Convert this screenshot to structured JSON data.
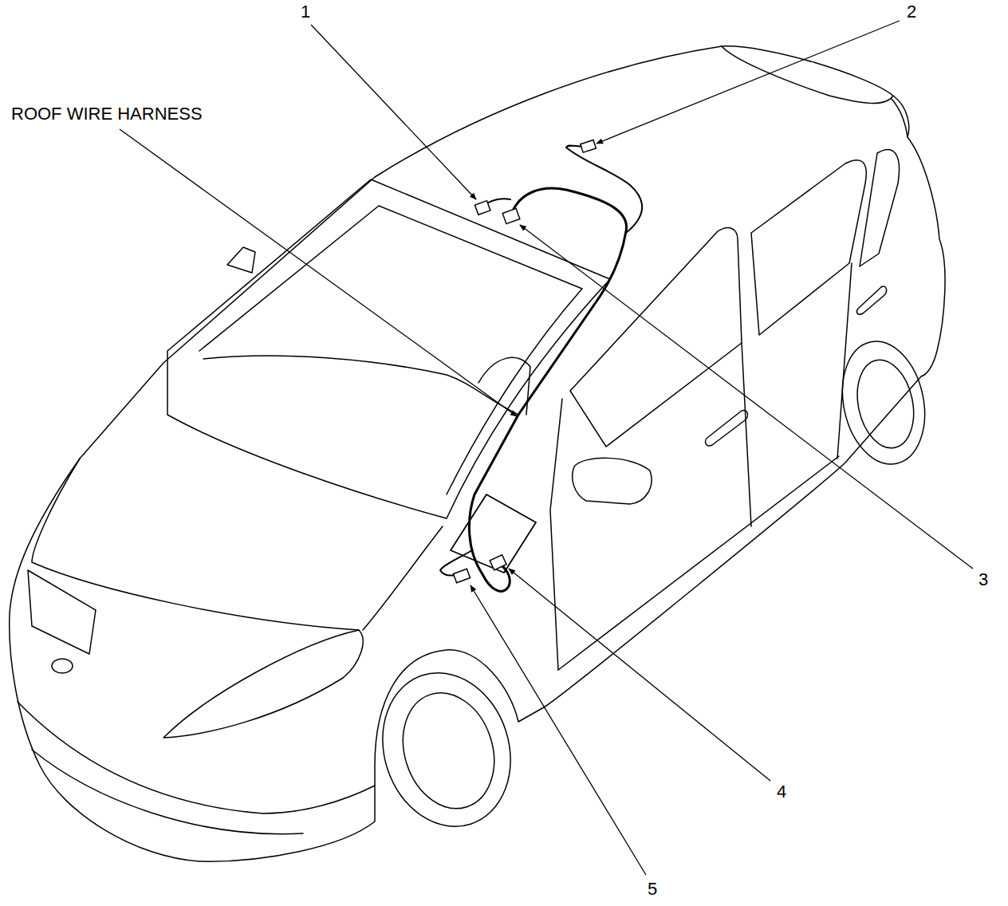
{
  "diagram": {
    "labels": [
      "1",
      "2",
      "ROOF WIRE HARNESS",
      "3",
      "4",
      "5"
    ]
  }
}
